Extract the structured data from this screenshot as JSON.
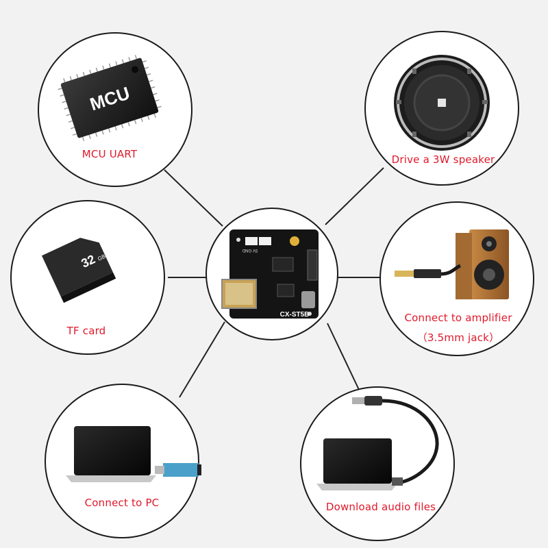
{
  "nodes": {
    "mcu": {
      "chip_text": "MCU",
      "label": "MCU  UART"
    },
    "speaker": {
      "label": "Drive a 3W speaker"
    },
    "tf_card": {
      "chip_text": "32",
      "chip_unit": "GB",
      "label": "TF card"
    },
    "board": {
      "silk_model": "CX-ST5B",
      "silk_pins": "5V GND"
    },
    "amplifier": {
      "label_line1": "Connect to amplifier",
      "label_line2": "（3.5mm jack）"
    },
    "pc": {
      "label": "Connect to PC"
    },
    "download": {
      "label": "Download audio files"
    }
  },
  "colors": {
    "label": "#e0182a",
    "line": "#222222",
    "ring": "#1a1a1a",
    "background": "#f2f2f2"
  }
}
